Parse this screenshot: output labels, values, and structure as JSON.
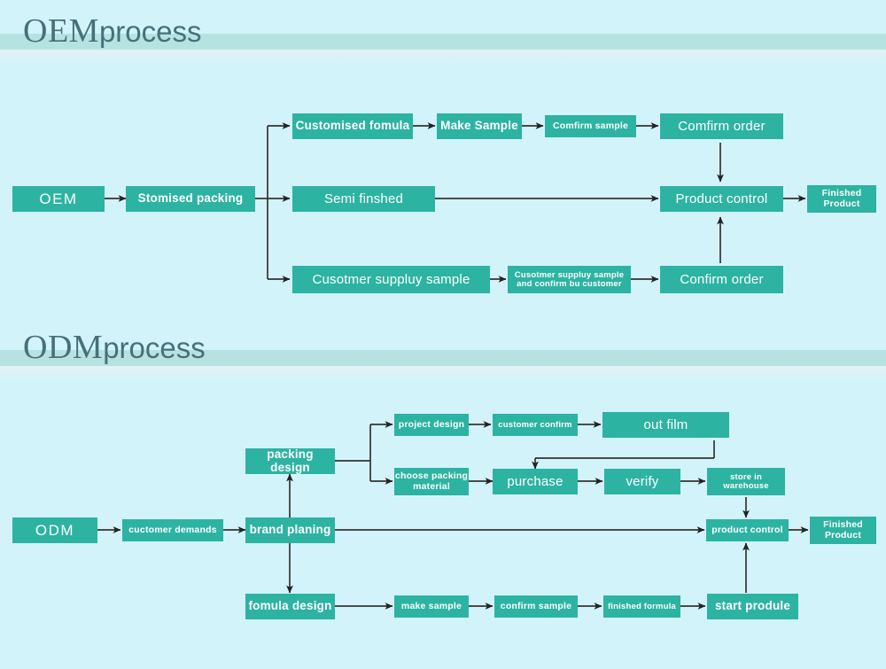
{
  "sections": [
    {
      "id": "oem",
      "title_strong": "OEM",
      "title_weak": "process",
      "nodes": {
        "root": "OEM",
        "packing": "Stomised packing",
        "formula": "Customised fomula",
        "make_sample": "Make Sample",
        "confirm_sample": "Comfirm sample",
        "confirm_order_top": "Comfirm order",
        "semi": "Semi finshed",
        "product_control": "Product control",
        "finished": "Finished\nProduct",
        "cust_sample": "Cusotmer  suppluy sample",
        "cust_confirm": "Cusotmer  suppluy sample\nand confirm bu customer",
        "confirm_order_bottom": "Confirm order"
      }
    },
    {
      "id": "odm",
      "title_strong": "ODM",
      "title_weak": "process",
      "nodes": {
        "root": "ODM",
        "demands": "cuctomer demands",
        "brand": "brand planing",
        "packing_design": "packing design",
        "project_design": "project design",
        "customer_confirm": "customer confirm",
        "out_film": "out film",
        "choose_packing": "choose packing\nmaterial",
        "purchase": "purchase",
        "verify": "verify",
        "store": "store in\nwarehouse",
        "product_control": "product control",
        "finished": "Finished\nProduct",
        "formula_design": "fomula design",
        "make_sample": "make sample",
        "confirm_sample": "confirm sample",
        "finished_formula": "finished  formula",
        "start_produce": "start produle"
      }
    }
  ],
  "colors": {
    "background": "#d3f3fa",
    "node": "#2db3a2",
    "node_text": "#ffffff",
    "band": "#b6e3e2",
    "header_text": "#46707a",
    "connector": "#333333"
  }
}
